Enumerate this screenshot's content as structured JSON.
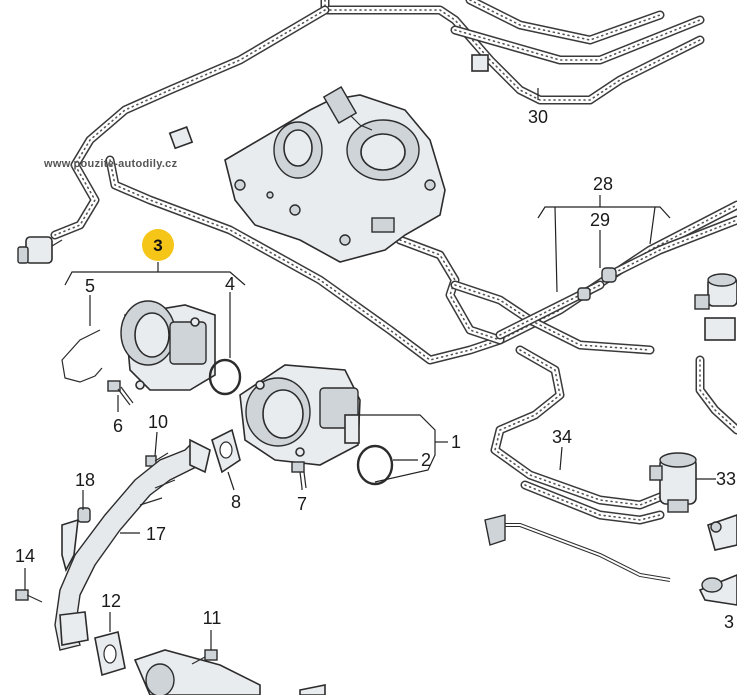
{
  "watermark": "www.pouzite-autodily.cz",
  "highlight": {
    "number": "3",
    "color": "#f5c518"
  },
  "labels": {
    "l1": "1",
    "l2": "2",
    "l4": "4",
    "l5": "5",
    "l6": "6",
    "l7": "7",
    "l8": "8",
    "l10": "10",
    "l11": "11",
    "l12": "12",
    "l14": "14",
    "l17": "17",
    "l18": "18",
    "l28": "28",
    "l29": "29",
    "l30": "30",
    "l33": "33",
    "l34": "34",
    "l3x": "3"
  },
  "colors": {
    "line": "#2c2c2c",
    "part_fill": "#e9ecef",
    "background": "#ffffff"
  }
}
